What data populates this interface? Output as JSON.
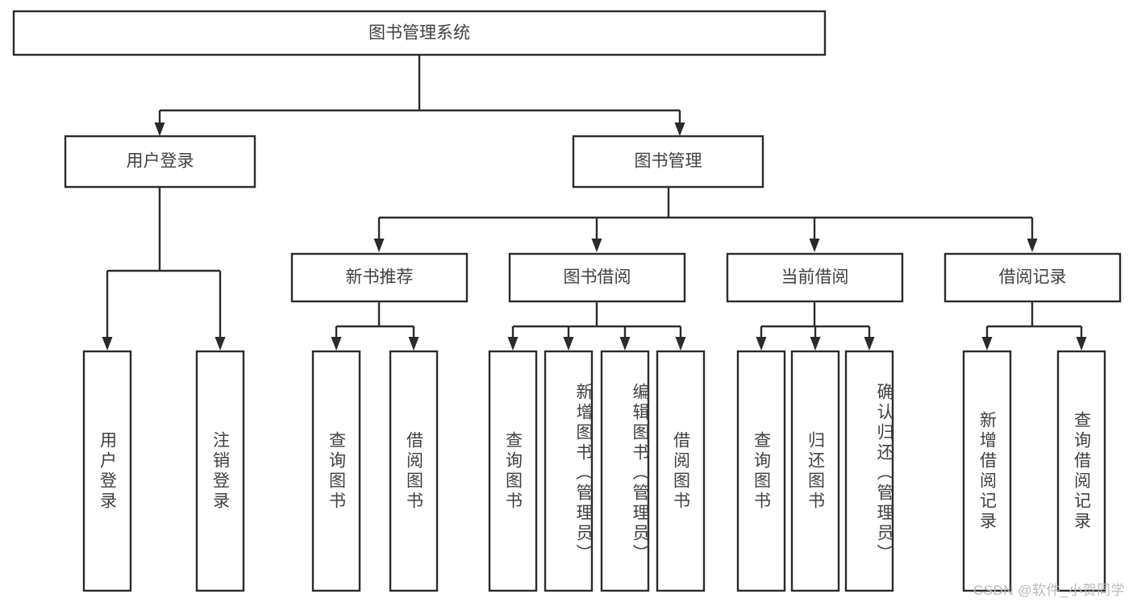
{
  "diagram": {
    "type": "tree-hierarchy",
    "title": "图书管理系统",
    "orientation": "top-down",
    "colors": {
      "box_fill": "#ffffff",
      "box_stroke": "#2b2b2b",
      "text": "#404040",
      "watermark": "#b9b9b9"
    },
    "levels": [
      {
        "level": 1,
        "nodes": [
          {
            "id": "root",
            "label": "图书管理系统",
            "orientation": "horizontal"
          }
        ]
      },
      {
        "level": 2,
        "nodes": [
          {
            "id": "login",
            "label": "用户登录",
            "orientation": "horizontal",
            "parent": "root"
          },
          {
            "id": "book-mgmt",
            "label": "图书管理",
            "orientation": "horizontal",
            "parent": "root"
          }
        ]
      },
      {
        "level": 3,
        "nodes": [
          {
            "id": "new-book-rec",
            "label": "新书推荐",
            "orientation": "horizontal",
            "parent": "book-mgmt"
          },
          {
            "id": "book-borrow",
            "label": "图书借阅",
            "orientation": "horizontal",
            "parent": "book-mgmt"
          },
          {
            "id": "current-borrow",
            "label": "当前借阅",
            "orientation": "horizontal",
            "parent": "book-mgmt"
          },
          {
            "id": "borrow-record",
            "label": "借阅记录",
            "orientation": "horizontal",
            "parent": "book-mgmt"
          }
        ]
      },
      {
        "level": 4,
        "nodes": [
          {
            "id": "leaf-user-login",
            "label": "用户登录",
            "orientation": "vertical",
            "parent": "login"
          },
          {
            "id": "leaf-logout",
            "label": "注销登录",
            "orientation": "vertical",
            "parent": "login"
          },
          {
            "id": "leaf-query-book-1",
            "label": "查询图书",
            "orientation": "vertical",
            "parent": "new-book-rec"
          },
          {
            "id": "leaf-borrow-book-1",
            "label": "借阅图书",
            "orientation": "vertical",
            "parent": "new-book-rec"
          },
          {
            "id": "leaf-query-book-2",
            "label": "查询图书",
            "orientation": "vertical",
            "parent": "book-borrow"
          },
          {
            "id": "leaf-add-book",
            "label": "新增图书（管理员）",
            "orientation": "vertical",
            "parent": "book-borrow"
          },
          {
            "id": "leaf-edit-book",
            "label": "编辑图书（管理员）",
            "orientation": "vertical",
            "parent": "book-borrow"
          },
          {
            "id": "leaf-borrow-book-2",
            "label": "借阅图书",
            "orientation": "vertical",
            "parent": "book-borrow"
          },
          {
            "id": "leaf-query-book-3",
            "label": "查询图书",
            "orientation": "vertical",
            "parent": "current-borrow"
          },
          {
            "id": "leaf-return-book",
            "label": "归还图书",
            "orientation": "vertical",
            "parent": "current-borrow"
          },
          {
            "id": "leaf-confirm-return",
            "label": "确认归还（管理员）",
            "orientation": "vertical",
            "parent": "current-borrow"
          },
          {
            "id": "leaf-add-record",
            "label": "新增借阅记录",
            "orientation": "vertical",
            "parent": "borrow-record"
          },
          {
            "id": "leaf-query-record",
            "label": "查询借阅记录",
            "orientation": "vertical",
            "parent": "borrow-record"
          }
        ]
      }
    ]
  },
  "watermark": {
    "text": "CSDN @软件_小贺同学"
  }
}
